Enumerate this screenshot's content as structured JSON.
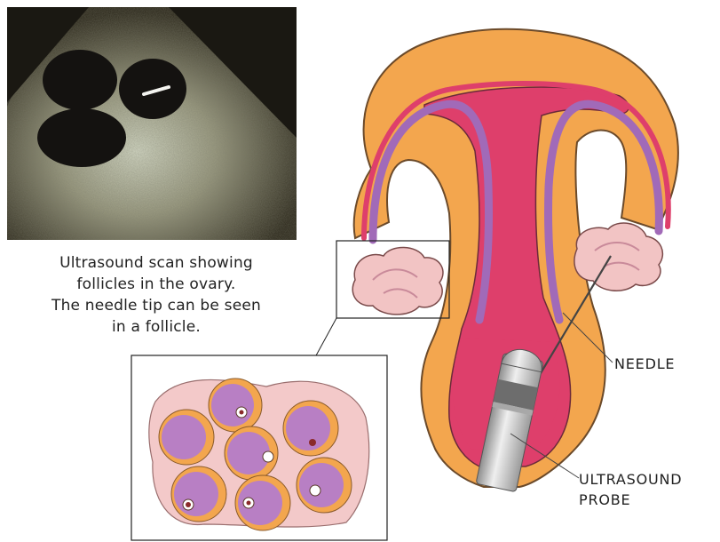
{
  "caption": {
    "line1": "Ultrasound scan showing",
    "line2": "follicles in the ovary.",
    "line3": "The needle tip can be seen",
    "line4": "in a follicle."
  },
  "labels": {
    "needle": "NEEDLE",
    "probe_line1": "ULTRASOUND",
    "probe_line2": "PROBE"
  },
  "colors": {
    "uterus_wall": "#f3a64e",
    "uterine_lining": "#de3f6b",
    "fallopian_lining": "#a16ab8",
    "ovary": "#f2c4c4",
    "follicle_fluid": "#b87fc4",
    "probe": "#cfcfcf",
    "ultrasound_bg": "#2c2a1f"
  }
}
